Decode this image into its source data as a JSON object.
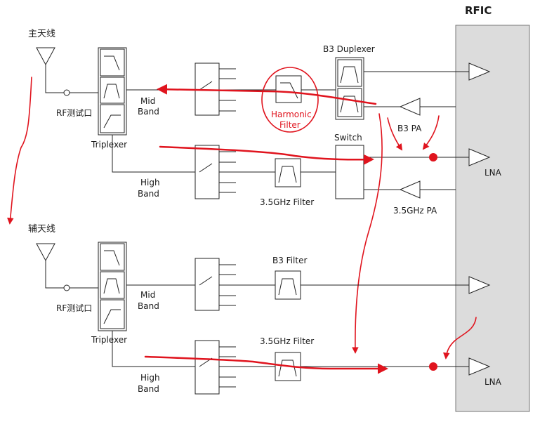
{
  "title": "RFIC",
  "top": {
    "antenna_label": "主天线",
    "test_port_label": "RF测试口",
    "triplexer_label": "Triplexer",
    "mid_band_label": [
      "Mid",
      "Band"
    ],
    "high_band_label": [
      "High",
      "Band"
    ],
    "duplexer_label": "B3 Duplexer",
    "harmonic_label": [
      "Harmonic",
      "Filter"
    ],
    "switch_label": "Switch",
    "b3_pa_label": "B3 PA",
    "lna_label": "LNA",
    "filter_35_label": "3.5GHz Filter",
    "pa_35_label": "3.5GHz PA"
  },
  "bottom": {
    "antenna_label": "辅天线",
    "test_port_label": "RF测试口",
    "triplexer_label": "Triplexer",
    "mid_band_label": [
      "Mid",
      "Band"
    ],
    "high_band_label": [
      "High",
      "Band"
    ],
    "b3_filter_label": "B3 Filter",
    "filter_35_label": "3.5GHz Filter",
    "lna_label": "LNA"
  },
  "colors": {
    "signal_path": "#e0141e",
    "rfic_fill": "#dcdcdc",
    "line": "#222222"
  }
}
